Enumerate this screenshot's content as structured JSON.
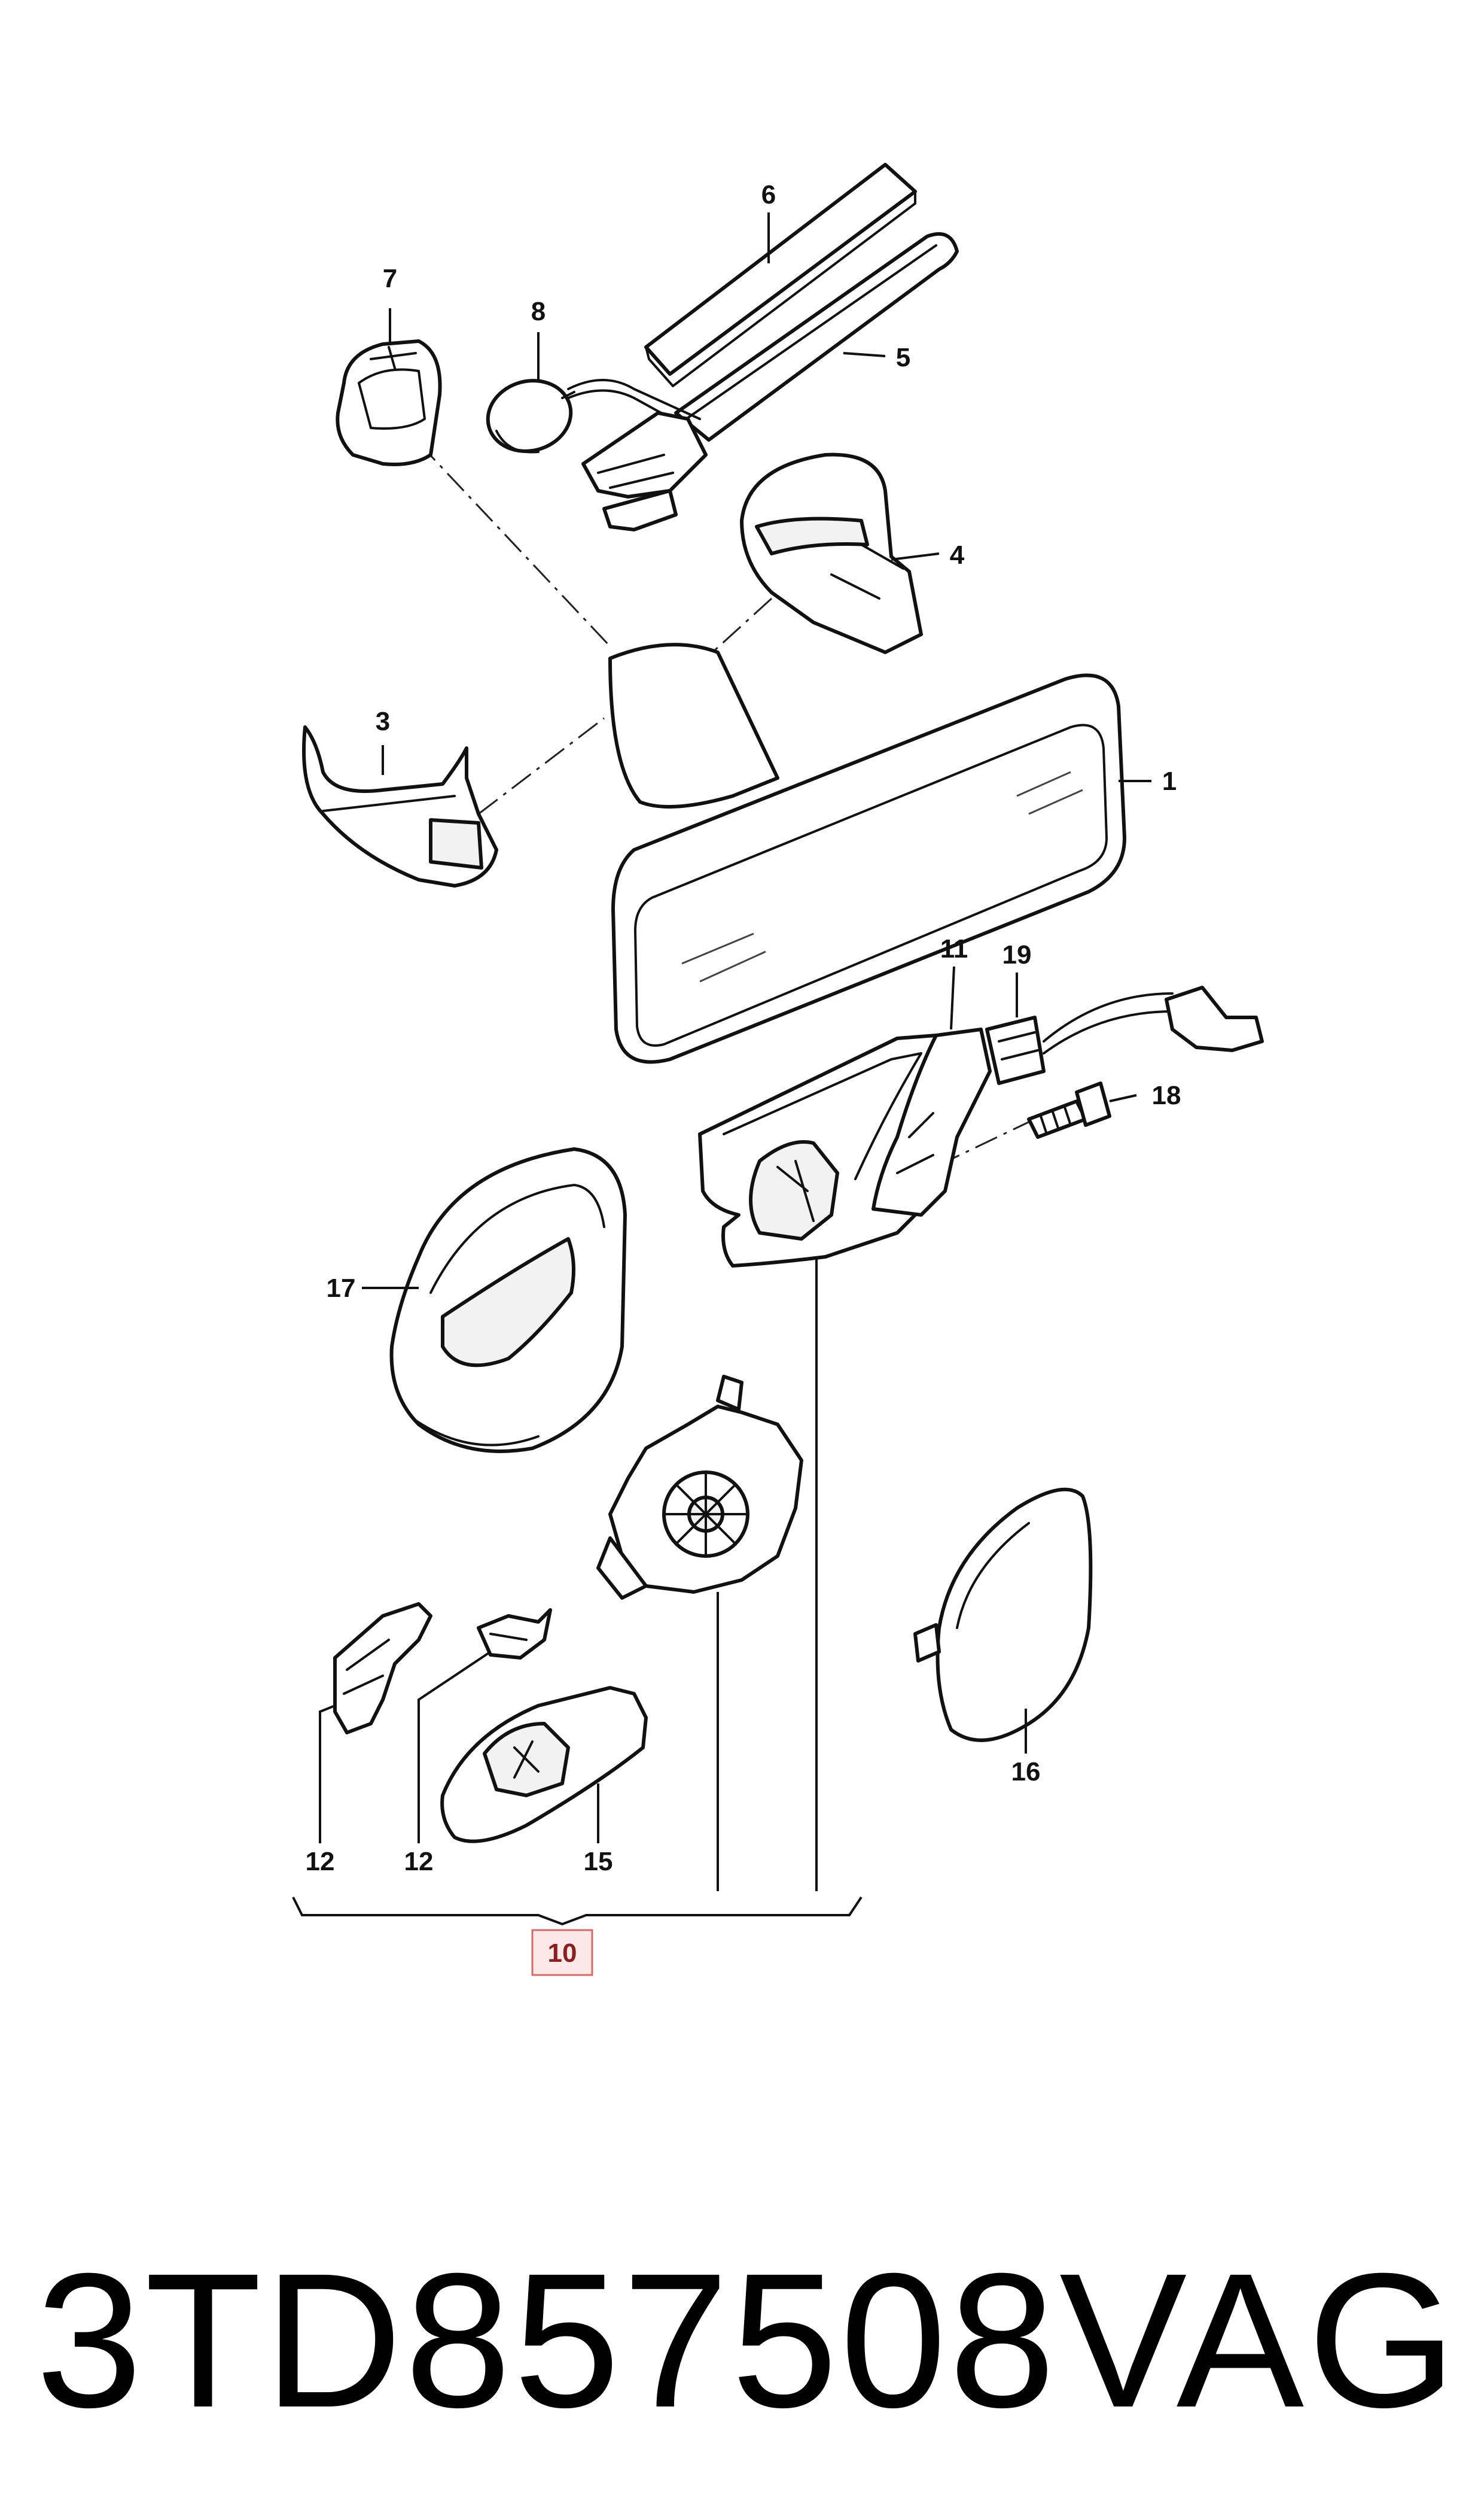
{
  "callouts": {
    "c1": "1",
    "c3": "3",
    "c4": "4",
    "c5": "5",
    "c6": "6",
    "c7": "7",
    "c8": "8",
    "c10": "10",
    "c11": "11",
    "c12a": "12",
    "c12b": "12",
    "c15": "15",
    "c16": "16",
    "c17": "17",
    "c18": "18",
    "c19": "19"
  },
  "footer": {
    "part_number": "3TD857508",
    "brand": "VAG"
  },
  "colors": {
    "line": "#111111",
    "highlight_fill": "#fde8e8",
    "highlight_stroke": "#d66a6a"
  }
}
